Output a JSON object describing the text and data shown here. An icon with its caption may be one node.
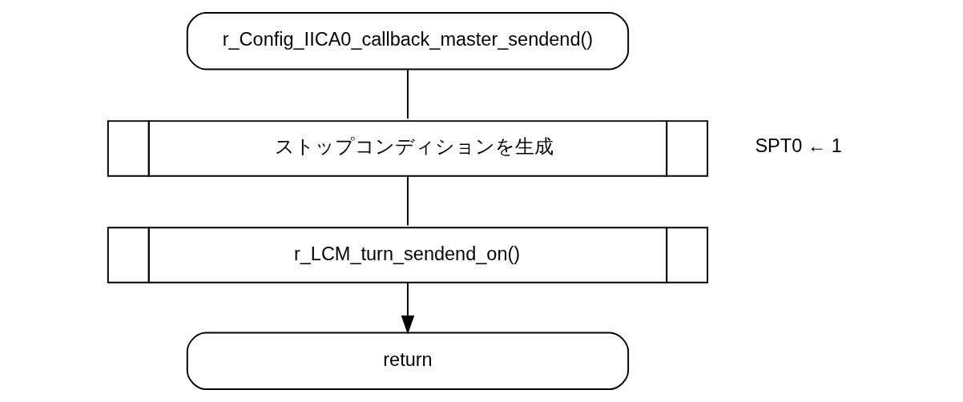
{
  "diagram": {
    "nodes": [
      {
        "text": [
          "r_Config_IICA0_callback_master_sendend()"
        ]
      },
      {
        "text": [
          "ストップコンディションを生成"
        ],
        "beside": [
          "SPT0 ← 1"
        ]
      },
      {
        "text": [
          "r_LCM_turn_sendend_on()"
        ]
      },
      {
        "text": [
          "return"
        ]
      }
    ],
    "edges": [
      {
        "from": 0,
        "to": 1,
        "arrow": "none"
      },
      {
        "from": 1,
        "to": 2,
        "arrow": "none"
      },
      {
        "from": 2,
        "to": 3,
        "arrow": "to"
      }
    ]
  }
}
